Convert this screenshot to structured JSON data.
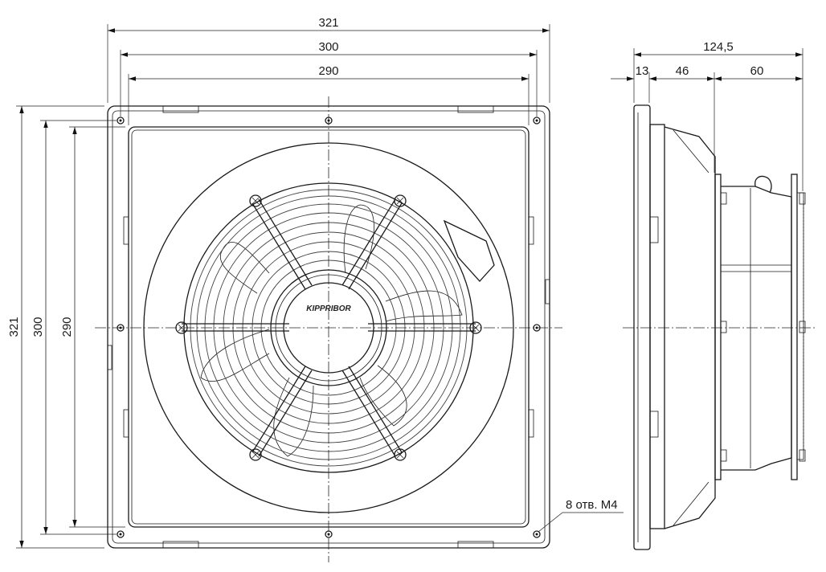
{
  "front_view": {
    "dim_overall_width": "321",
    "dim_mount_width": "300",
    "dim_inner_width": "290",
    "dim_overall_height": "321",
    "dim_mount_height": "300",
    "dim_inner_height": "290",
    "brand_logo_text": "KIPPRIBOR",
    "holes_note": "8 отв. М4"
  },
  "side_view": {
    "dim_total_depth": "124,5",
    "dim_frame_depth": "13",
    "dim_housing_depth": "46",
    "dim_motor_depth": "60"
  }
}
